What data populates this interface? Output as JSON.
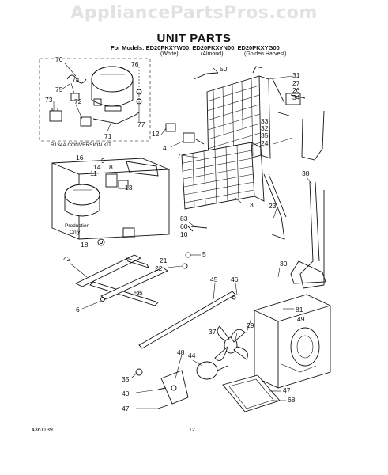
{
  "watermark": "AppliancePartsPros.com",
  "header": {
    "title": "UNIT PARTS",
    "models_line": "For Models: ED20PKXYW00, ED20PKXYN00, ED20PKXYG00",
    "colors": [
      "(White)",
      "(Almond)",
      "(Golden Harvest)"
    ]
  },
  "kit_label": "R134A CONVERSION KIT",
  "production_note": [
    "Production",
    "Only"
  ],
  "callouts": [
    "70",
    "76",
    "74",
    "75",
    "72",
    "73",
    "71",
    "77",
    "50",
    "31",
    "27",
    "26",
    "34",
    "33",
    "32",
    "35",
    "24",
    "12",
    "4",
    "7",
    "16",
    "9",
    "8",
    "14",
    "11",
    "13",
    "18",
    "3",
    "38",
    "23",
    "83",
    "60",
    "10",
    "21",
    "22",
    "5",
    "42",
    "30",
    "45",
    "46",
    "56",
    "6",
    "81",
    "49",
    "37",
    "29",
    "48",
    "44",
    "35",
    "40",
    "47",
    "47",
    "68"
  ],
  "footer": {
    "doc_number": "4361139",
    "page_number": "12"
  }
}
